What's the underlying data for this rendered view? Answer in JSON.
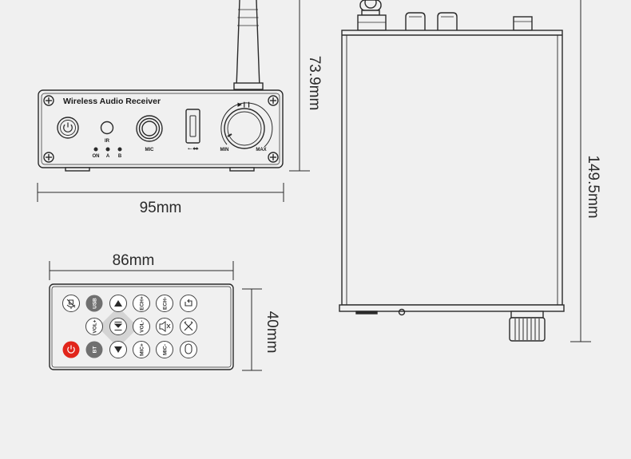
{
  "front_panel": {
    "title": "Wireless Audio Receiver",
    "ir_label": "IR",
    "mic_label": "MIC",
    "min_label": "MIN",
    "max_label": "MAX",
    "led_on": "ON",
    "led_a": "A",
    "led_b": "B",
    "play_pause_symbol": "▶❙❙",
    "usb_symbol": "⭠⬌"
  },
  "dimensions": {
    "front_height": "73.9mm",
    "front_width": "95mm",
    "side_depth": "149.5mm",
    "remote_width": "86mm",
    "remote_height": "40mm"
  },
  "remote": {
    "usb": "USB",
    "bt": "BT",
    "ech_plus": "ECH+",
    "ech_minus": "ECH-",
    "vol_plus": "VOL+",
    "vol_minus": "VOL-",
    "mic_plus": "MIC+",
    "mic_minus": "MIC-"
  },
  "colors": {
    "line": "#2a2a2a",
    "power_red": "#e1251b",
    "dark_key": "#707070",
    "diamond": "#d4d4d4"
  }
}
